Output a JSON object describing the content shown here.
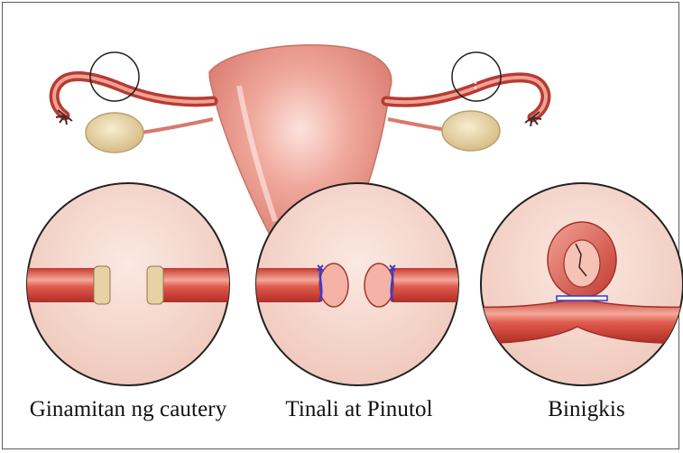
{
  "panels": [
    {
      "id": "cautery",
      "caption": "Ginamitan ng cautery"
    },
    {
      "id": "tied-cut",
      "caption": "Tinali at Pinutol"
    },
    {
      "id": "banded",
      "caption": "Binigkis"
    }
  ],
  "colors": {
    "uterus": "#e58c80",
    "tube": "#d9453c",
    "tube_highlight": "#f7c0b4",
    "circle_bg": "#f6d9cf",
    "ovary": "#ead7a8",
    "suture": "#3a3ad0"
  }
}
